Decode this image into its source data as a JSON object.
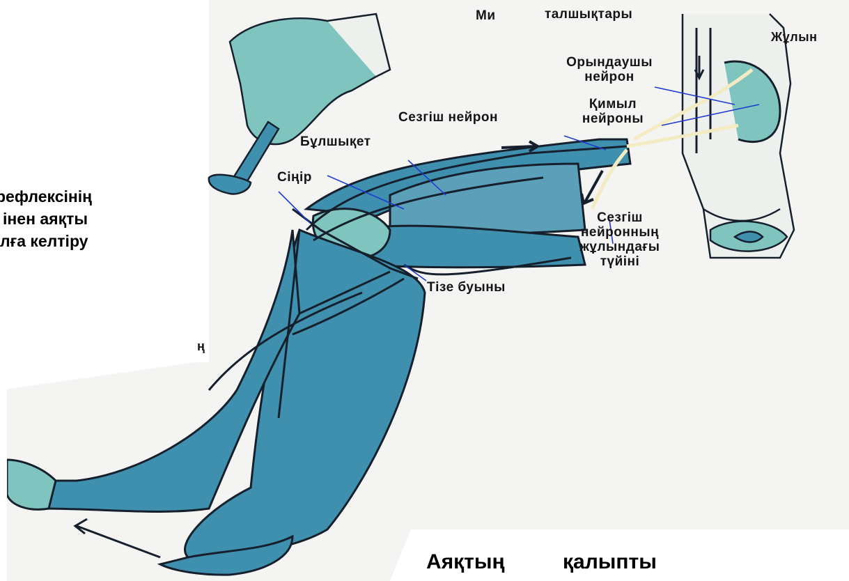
{
  "labels": {
    "mi": "Ми",
    "talshyqtary": "талшықтары",
    "zhulyn": "Жұлын",
    "oryndaushy_1": "Орындаушы",
    "oryndaushy_2": "нейрон",
    "qimyl_1": "Қимыл",
    "qimyl_2": "нейроны",
    "sezgish_neiron": "Сезгіш нейрон",
    "bulshyqet": "Бұлшықет",
    "sinir": "Сіңір",
    "sezgish_node_1": "Сезгіш",
    "sezgish_node_2": "нейронның",
    "sezgish_node_3": "жұлындағы",
    "sezgish_node_4": "түйіні",
    "tize_buyny": "Тізе буыны"
  },
  "side_text": {
    "line1": "рефлексінің",
    "line2": "інен аяқты",
    "line3": "лға келтіру",
    "fragment": "ң"
  },
  "bottom_text": {
    "word1": "Аяқтың",
    "word2": "қалыпты"
  },
  "colors": {
    "leg_fill": "#3f8fae",
    "skin_fill": "#7fc4bf",
    "muscle_fill": "#5c9fb8",
    "nerve_cream": "#f3ecc3",
    "outline": "#15202c",
    "paper": "#f4f4f2"
  }
}
